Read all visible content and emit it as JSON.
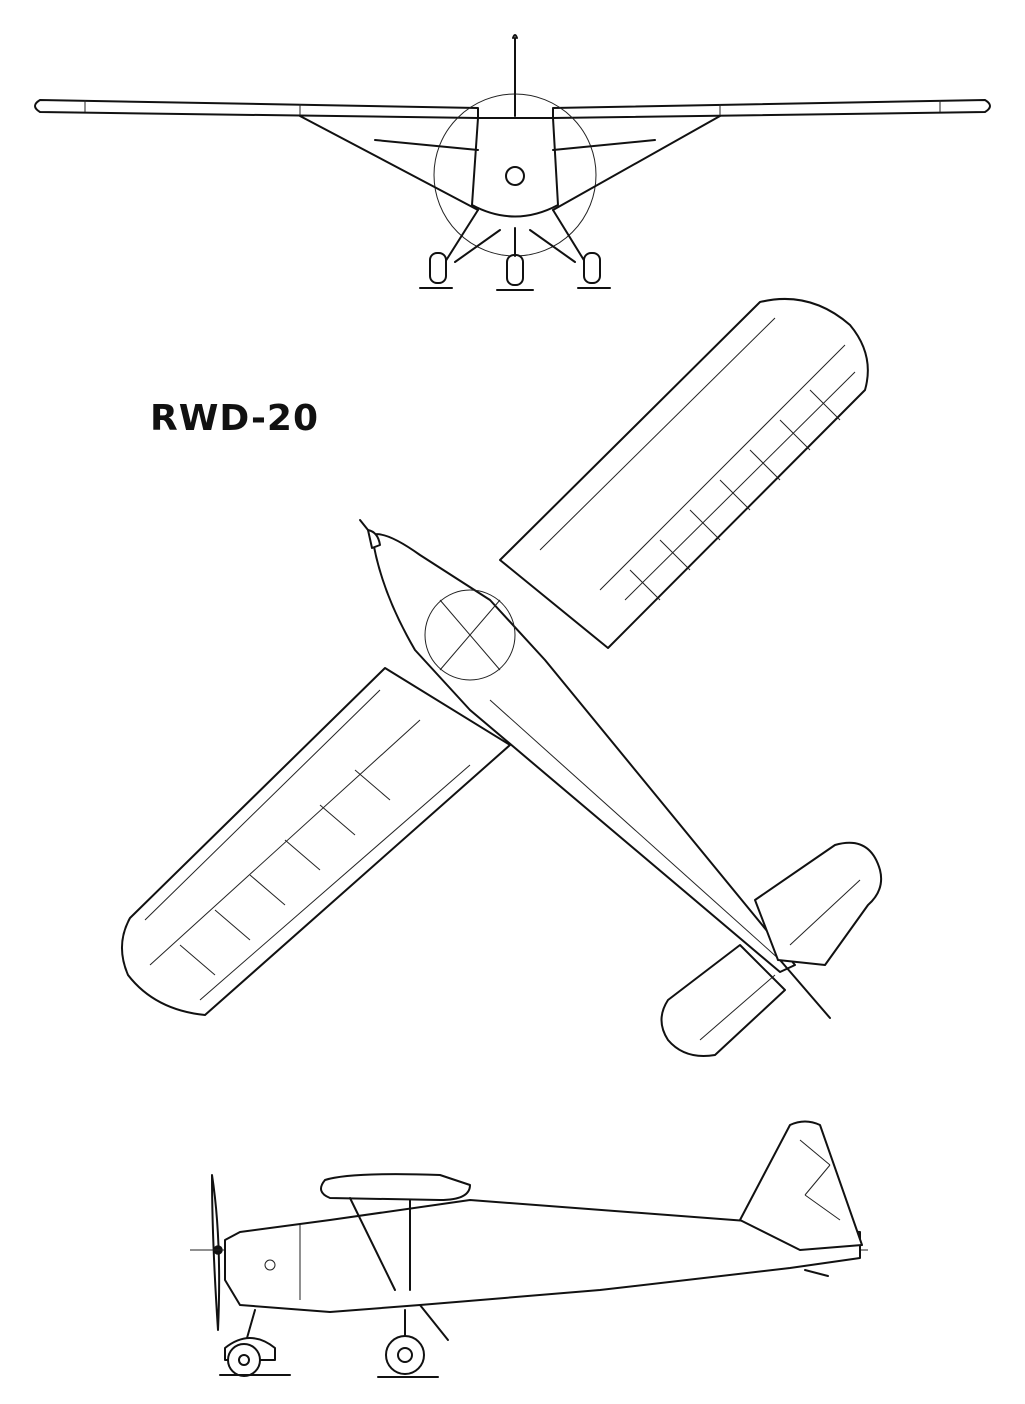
{
  "drawing": {
    "title": "RWD-20",
    "views": [
      "front-view",
      "top-view",
      "side-view"
    ],
    "line_color": "#111111",
    "background_color": "#ffffff"
  }
}
